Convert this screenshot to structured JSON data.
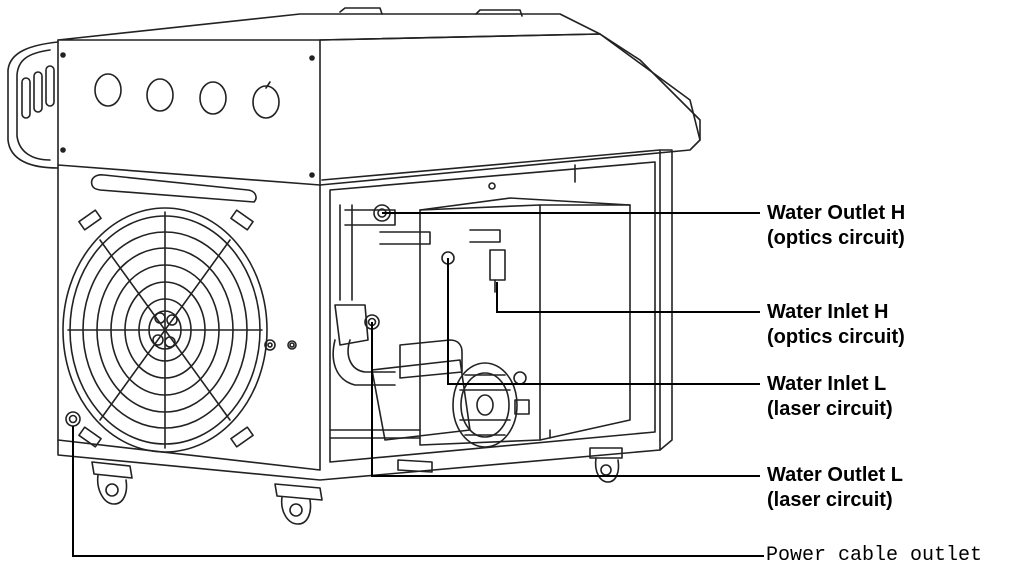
{
  "labels": {
    "water_outlet_h": {
      "line1": "Water Outlet H",
      "line2": "(optics circuit)"
    },
    "water_inlet_h": {
      "line1": "Water Inlet H",
      "line2": "(optics circuit)"
    },
    "water_inlet_l": {
      "line1": "Water Inlet L",
      "line2": "(laser circuit)"
    },
    "water_outlet_l": {
      "line1": "Water Outlet L",
      "line2": "(laser circuit)"
    },
    "power_cable_outlet": "Power cable outlet"
  }
}
